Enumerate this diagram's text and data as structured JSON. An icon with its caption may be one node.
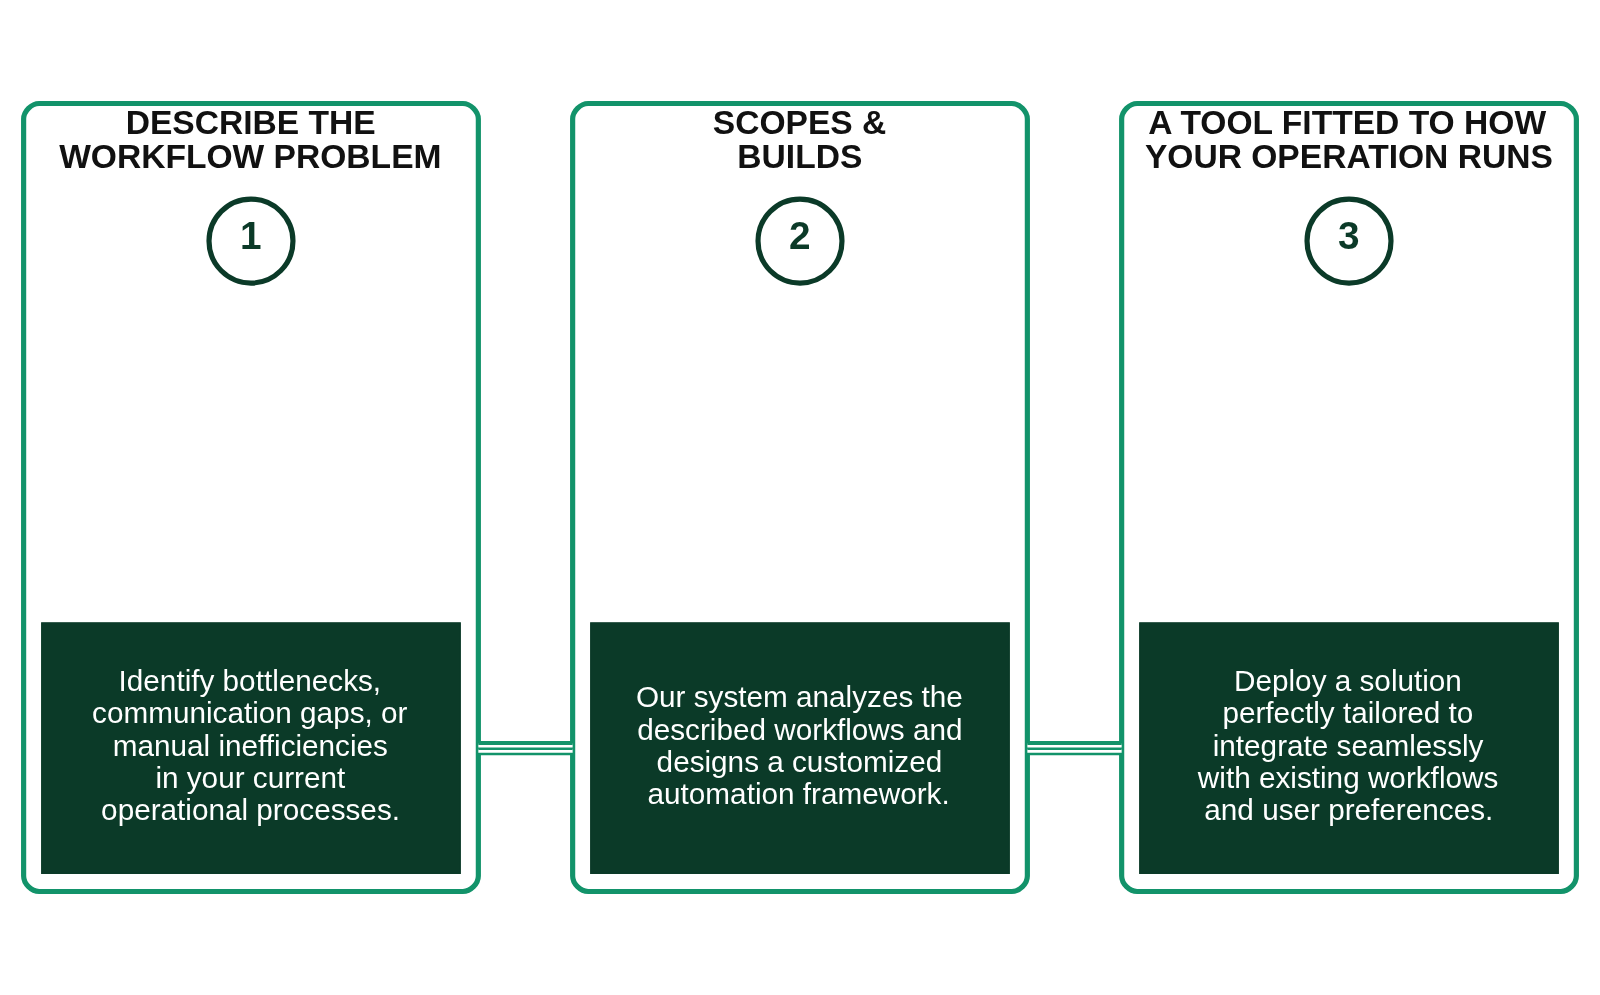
{
  "diagram": {
    "nodes": [
      {
        "text": [
          "DESCRIBE THE WORKFLOW PROBLEM"
        ]
      },
      {
        "text": [
          "1"
        ],
        "in": 0
      },
      {
        "text": [
          "Identify bottlenecks, communication gaps, or manual inefficiencies in your current operational processes."
        ],
        "in": 0
      },
      {
        "text": [
          "SCOPES & BUILDS"
        ]
      },
      {
        "text": [
          "2"
        ],
        "in": 3
      },
      {
        "text": [
          "Our system analyzes the described workflows and designs a customized automation framework."
        ],
        "in": 3
      },
      {
        "text": [
          "A TOOL FITTED TO HOW YOUR OPERATION RUNS"
        ]
      },
      {
        "text": [
          "3"
        ],
        "in": 6
      },
      {
        "text": [
          "Deploy a solution perfectly tailored to integrate seamlessly with existing workflows and user preferences."
        ],
        "in": 6
      }
    ],
    "edges": [
      {
        "from": 0,
        "to": 3,
        "arrow": "none"
      },
      {
        "from": 3,
        "to": 6,
        "arrow": "none"
      }
    ]
  }
}
